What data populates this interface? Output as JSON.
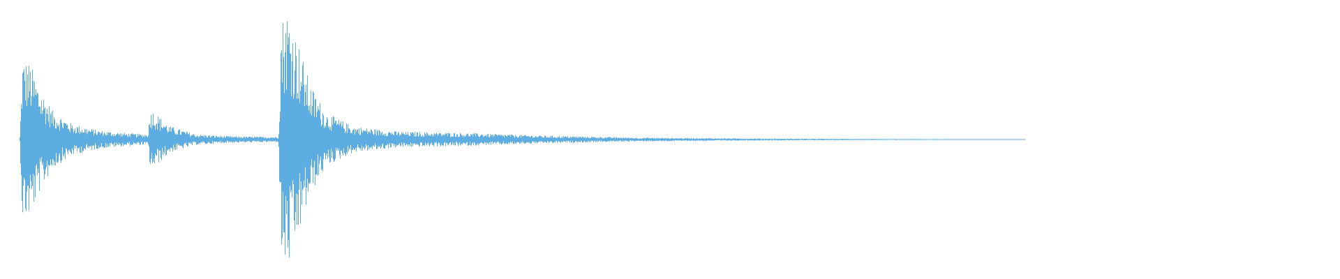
{
  "waveform": {
    "color": "#5dade2",
    "background": "#ffffff",
    "envelope": [
      {
        "t": 0.0,
        "amp": 0.02
      },
      {
        "t": 0.002,
        "amp": 0.62
      },
      {
        "t": 0.008,
        "amp": 0.58
      },
      {
        "t": 0.015,
        "amp": 0.4
      },
      {
        "t": 0.025,
        "amp": 0.22
      },
      {
        "t": 0.04,
        "amp": 0.12
      },
      {
        "t": 0.06,
        "amp": 0.07
      },
      {
        "t": 0.08,
        "amp": 0.05
      },
      {
        "t": 0.098,
        "amp": 0.04
      },
      {
        "t": 0.1,
        "amp": 0.24
      },
      {
        "t": 0.104,
        "amp": 0.2
      },
      {
        "t": 0.115,
        "amp": 0.1
      },
      {
        "t": 0.135,
        "amp": 0.04
      },
      {
        "t": 0.16,
        "amp": 0.025
      },
      {
        "t": 0.198,
        "amp": 0.02
      },
      {
        "t": 0.2,
        "amp": 0.92
      },
      {
        "t": 0.205,
        "amp": 1.0
      },
      {
        "t": 0.212,
        "amp": 0.78
      },
      {
        "t": 0.222,
        "amp": 0.42
      },
      {
        "t": 0.235,
        "amp": 0.2
      },
      {
        "t": 0.255,
        "amp": 0.1
      },
      {
        "t": 0.29,
        "amp": 0.06
      },
      {
        "t": 0.34,
        "amp": 0.05
      },
      {
        "t": 0.4,
        "amp": 0.03
      },
      {
        "t": 0.47,
        "amp": 0.015
      },
      {
        "t": 0.56,
        "amp": 0.008
      },
      {
        "t": 0.66,
        "amp": 0.004
      },
      {
        "t": 0.76,
        "amp": 0.002
      },
      {
        "t": 0.77,
        "amp": 0.0
      },
      {
        "t": 1.0,
        "amp": 0.0
      }
    ]
  }
}
